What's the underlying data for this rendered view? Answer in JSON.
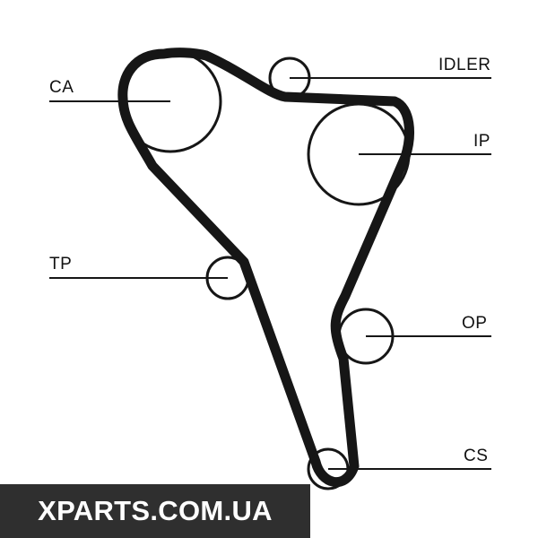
{
  "diagram": {
    "labels": {
      "ca": "CA",
      "idler": "IDLER",
      "ip": "IP",
      "tp": "TP",
      "op": "OP",
      "cs": "CS"
    },
    "colors": {
      "belt": "#161616",
      "pulley": "#161616",
      "leader_line": "#161616",
      "background": "#ffffff"
    }
  },
  "watermark": {
    "text": "XPARTS.COM.UA",
    "background": "#2f2f2f",
    "color": "#ffffff"
  }
}
